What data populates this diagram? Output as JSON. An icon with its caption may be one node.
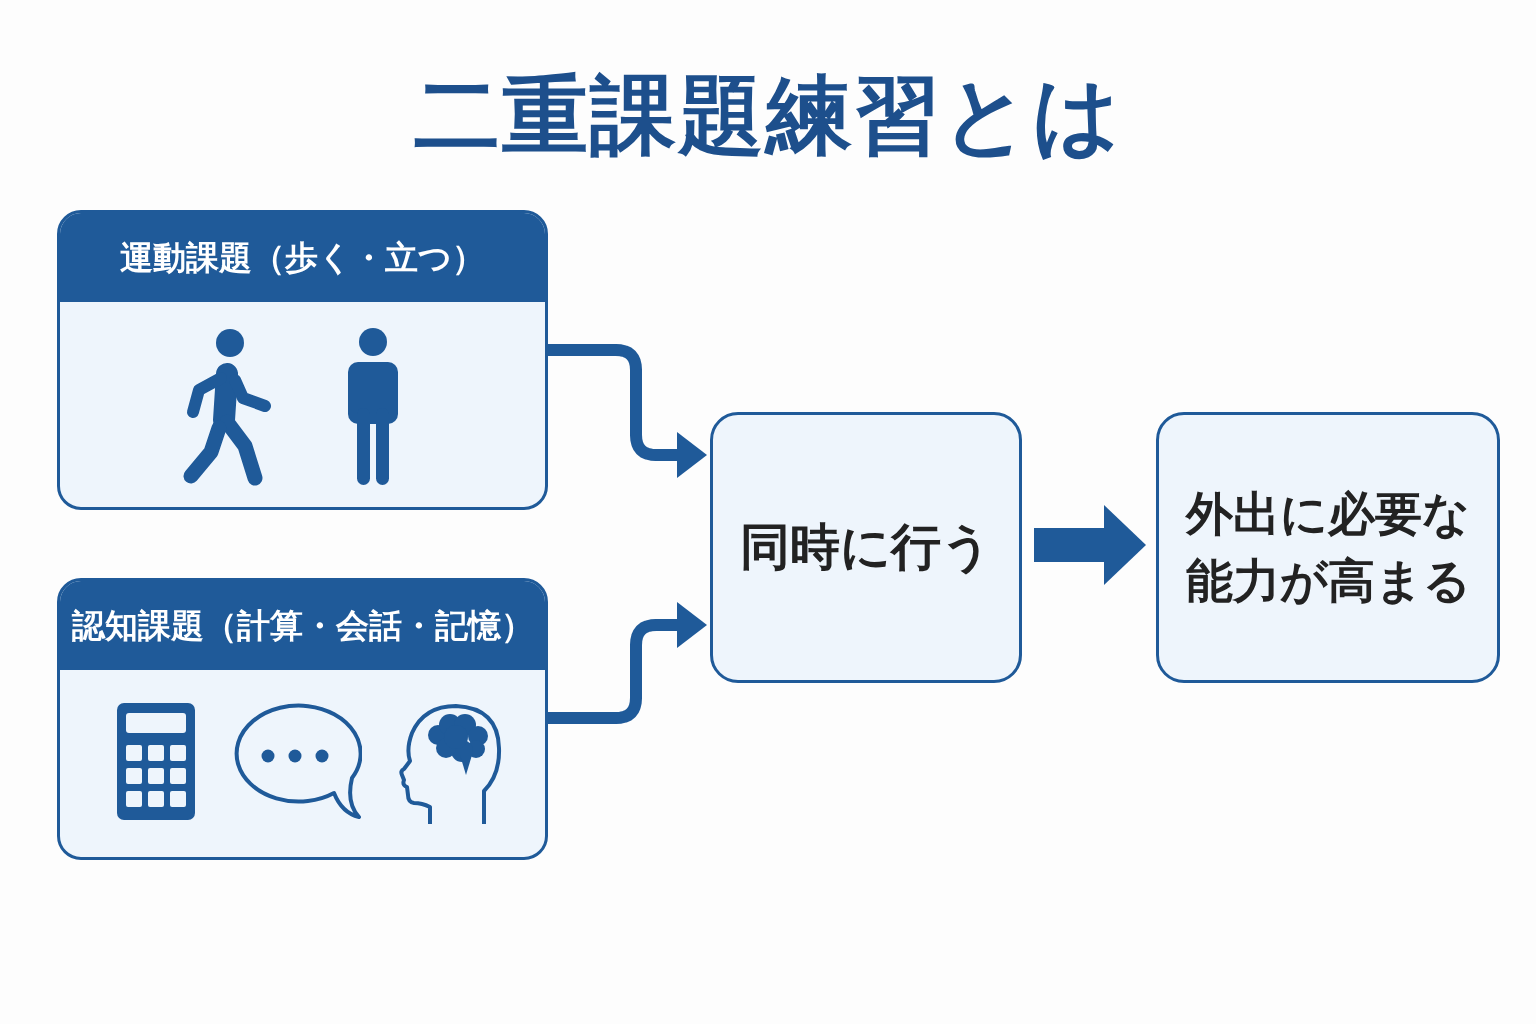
{
  "diagram": {
    "title": "二重課題練習とは",
    "nodes": [
      {
        "text": [
          "運動課題（歩く・立つ）"
        ]
      },
      {
        "text": [
          "認知課題（計算・会話・記憶）"
        ]
      },
      {
        "text": [
          "同時に行う"
        ]
      },
      {
        "text": [
          "外出に必要な能力が高まる"
        ]
      }
    ],
    "edges": [
      {
        "from": 0,
        "to": 2,
        "arrow": "to"
      },
      {
        "from": 1,
        "to": 2,
        "arrow": "to"
      },
      {
        "from": 2,
        "to": 3,
        "arrow": "to",
        "style": "thick"
      }
    ]
  }
}
